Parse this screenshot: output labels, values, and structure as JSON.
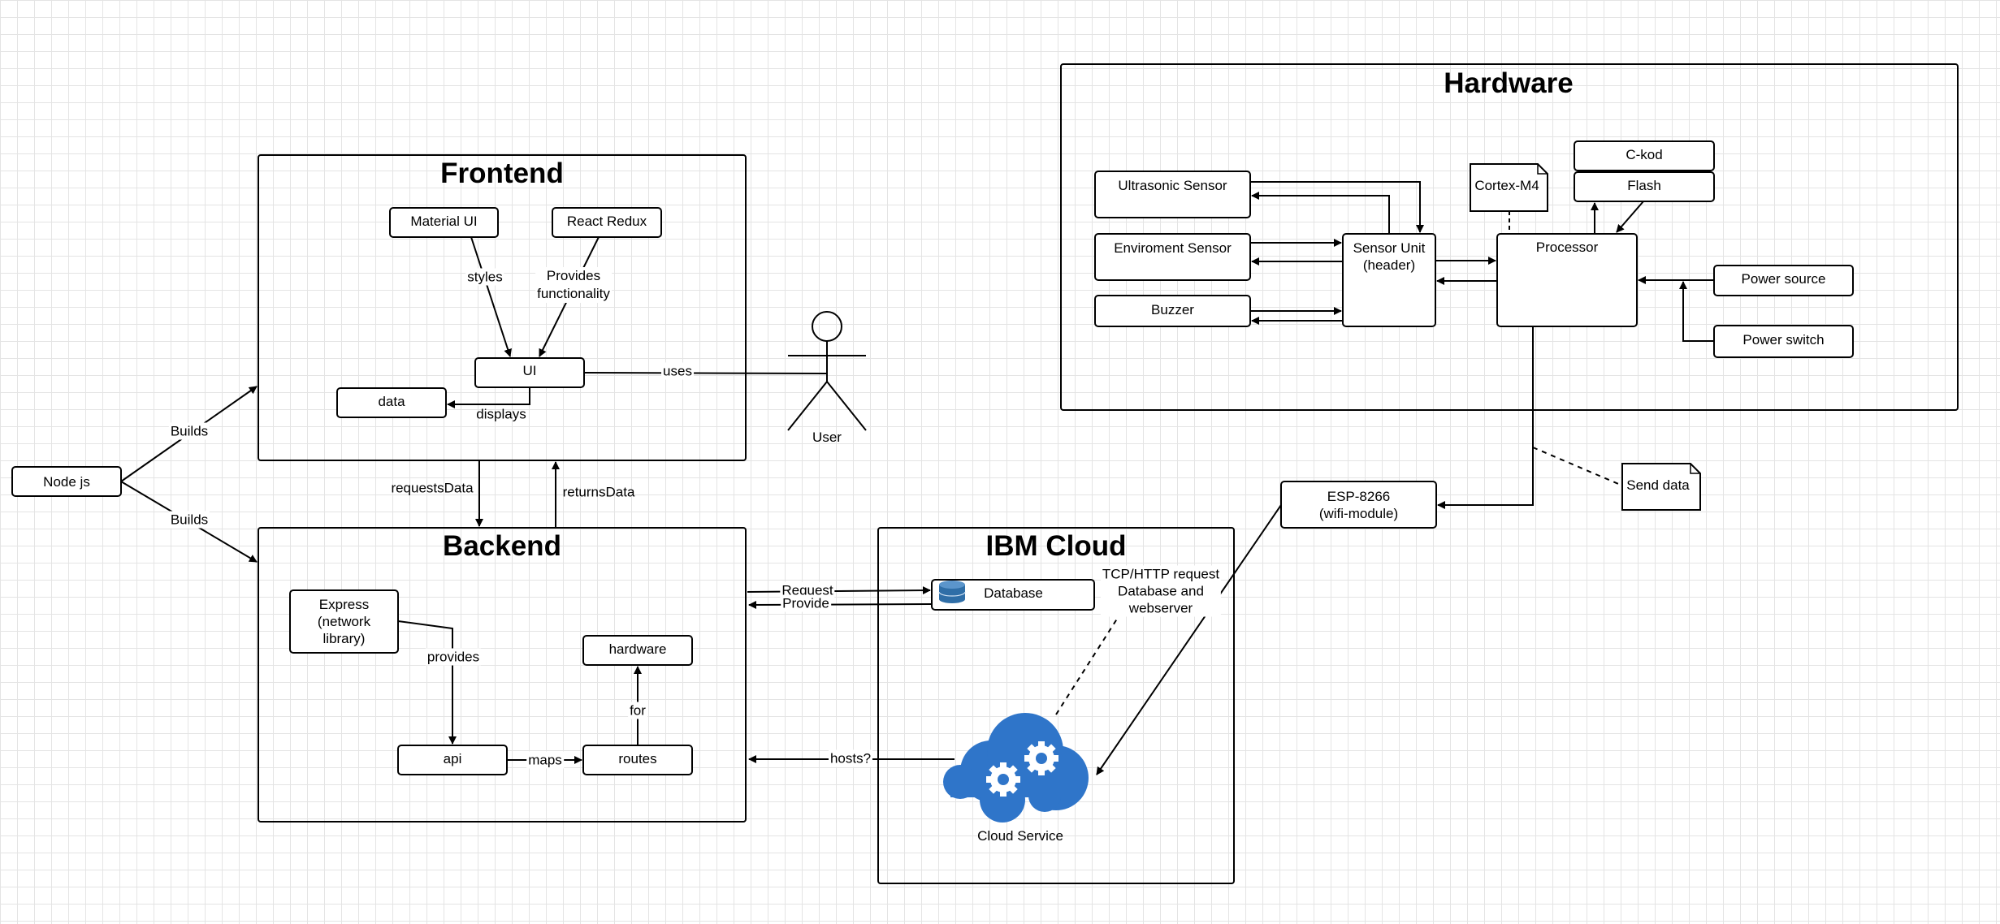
{
  "containers": {
    "frontend": "Frontend",
    "backend": "Backend",
    "ibm_cloud": "IBM Cloud",
    "hardware": "Hardware"
  },
  "nodes": {
    "nodejs": "Node js",
    "material_ui": "Material UI",
    "react_redux": "React Redux",
    "ui": "UI",
    "data": "data",
    "user": "User",
    "express": "Express\n(network\nlibrary)",
    "api": "api",
    "routes": "routes",
    "hardware": "hardware",
    "database": "Database",
    "cloud_service": "Cloud Service",
    "esp": "ESP-8266\n(wifi-module)",
    "send_data": "Send data",
    "ultrasonic": "Ultrasonic Sensor",
    "enviroment": "Enviroment Sensor",
    "buzzer": "Buzzer",
    "sensor_unit": "Sensor Unit\n(header)",
    "cortex": "Cortex-M4",
    "processor": "Processor",
    "ckod": "C-kod",
    "flash": "Flash",
    "power_source": "Power source",
    "power_switch": "Power switch"
  },
  "edge_labels": {
    "builds_frontend": "Builds",
    "builds_backend": "Builds",
    "styles": "styles",
    "provides_functionality": "Provides\nfunctionality",
    "uses": "uses",
    "displays": "displays",
    "requests_data": "requestsData",
    "returns_data": "returnsData",
    "provides": "provides",
    "maps": "maps",
    "for": "for",
    "request": "Request",
    "provide": "Provide",
    "hosts": "hosts?",
    "tcp_http": "TCP/HTTP request\nDatabase and\nwebserver"
  },
  "colors": {
    "stroke": "#000000",
    "cloud": "#2f75c9",
    "db": "#2f6ea7",
    "grid": "#e4e4e4"
  }
}
